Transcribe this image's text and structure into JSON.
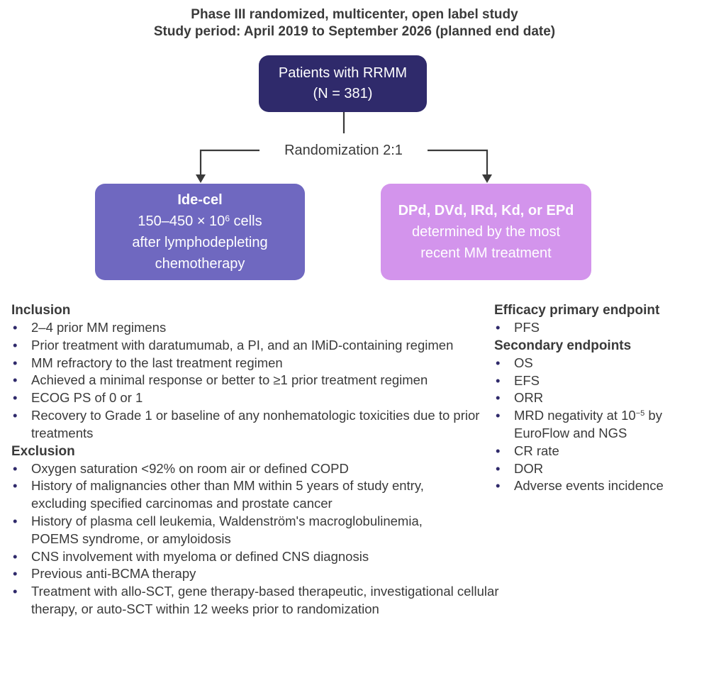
{
  "header": {
    "title_line1": "Phase III randomized, multicenter, open label study",
    "title_line2": "Study period: April 2019 to September 2026 (planned end date)"
  },
  "flow": {
    "population": {
      "line1": "Patients with RRMM",
      "line2": "(N = 381)"
    },
    "randomization_label": "Randomization 2:1",
    "arm_left": {
      "title": "Ide-cel",
      "dose_prefix": "150–450 × 10",
      "dose_exp": "6",
      "dose_suffix": " cells",
      "line2": "after lymphodepleting",
      "line3": "chemotherapy"
    },
    "arm_right": {
      "title": "DPd, DVd, IRd, Kd, or EPd",
      "line2": "determined by the most",
      "line3": "recent MM treatment"
    },
    "colors": {
      "population_box": "#2f2a6b",
      "arm_left_box": "#6f68c0",
      "arm_right_box": "#d394ec",
      "connector": "#3a3a3a",
      "bullet": "#2f2a6b"
    }
  },
  "criteria": {
    "inclusion": {
      "heading": "Inclusion",
      "items": [
        "2–4 prior MM regimens",
        "Prior treatment with daratumumab, a PI, and an IMiD-containing regimen",
        "MM refractory to the last treatment regimen",
        "Achieved a minimal response or better to ≥1 prior treatment regimen",
        "ECOG PS of 0 or 1",
        "Recovery to Grade 1 or baseline of any nonhematologic toxicities due to prior treatments"
      ]
    },
    "exclusion": {
      "heading": "Exclusion",
      "items": [
        "Oxygen saturation <92% on room air or defined COPD",
        "History of malignancies other than MM within 5 years of study entry, excluding specified carcinomas and prostate cancer",
        "History of plasma cell leukemia, Waldenström's macroglobulinemia, POEMS syndrome, or amyloidosis",
        "CNS involvement with myeloma or defined CNS diagnosis",
        "Previous anti-BCMA therapy",
        "Treatment with allo-SCT, gene therapy-based therapeutic, investigational cellular therapy, or auto-SCT within 12 weeks prior to randomization"
      ]
    }
  },
  "endpoints": {
    "primary": {
      "heading": "Efficacy primary endpoint",
      "items": [
        "PFS"
      ]
    },
    "secondary": {
      "heading": "Secondary endpoints",
      "items": [
        "OS",
        "EFS",
        "ORR"
      ],
      "mrd_prefix": "MRD negativity at 10",
      "mrd_exp": "−5",
      "mrd_suffix": " by EuroFlow and NGS",
      "items_after": [
        "CR rate",
        "DOR",
        "Adverse events incidence"
      ]
    }
  }
}
